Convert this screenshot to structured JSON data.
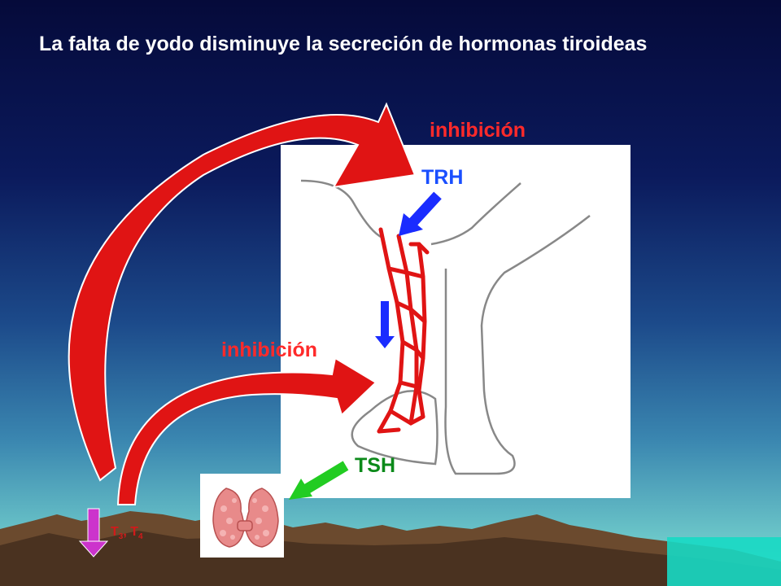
{
  "slide": {
    "title": "La falta de yodo disminuye la secreción de hormonas tiroideas"
  },
  "labels": {
    "inhibition_top": "inhibición",
    "inhibition_mid": "inhibición",
    "trh": "TRH",
    "tsh": "TSH",
    "t3": "T",
    "t3_sub": "3",
    "t3_sep": ",",
    "t4": "T",
    "t4_sub": "4"
  },
  "colors": {
    "inhibition_arrow": "#e01414",
    "trh_arrow": "#1a2cff",
    "tsh_arrow": "#22cc22",
    "hormone_arrow": "#cc33cc",
    "vessels": "#e01414",
    "brain_outline": "#888888",
    "title_text": "#ffffff"
  },
  "icons": {
    "thyroid": "thyroid-gland-icon"
  }
}
